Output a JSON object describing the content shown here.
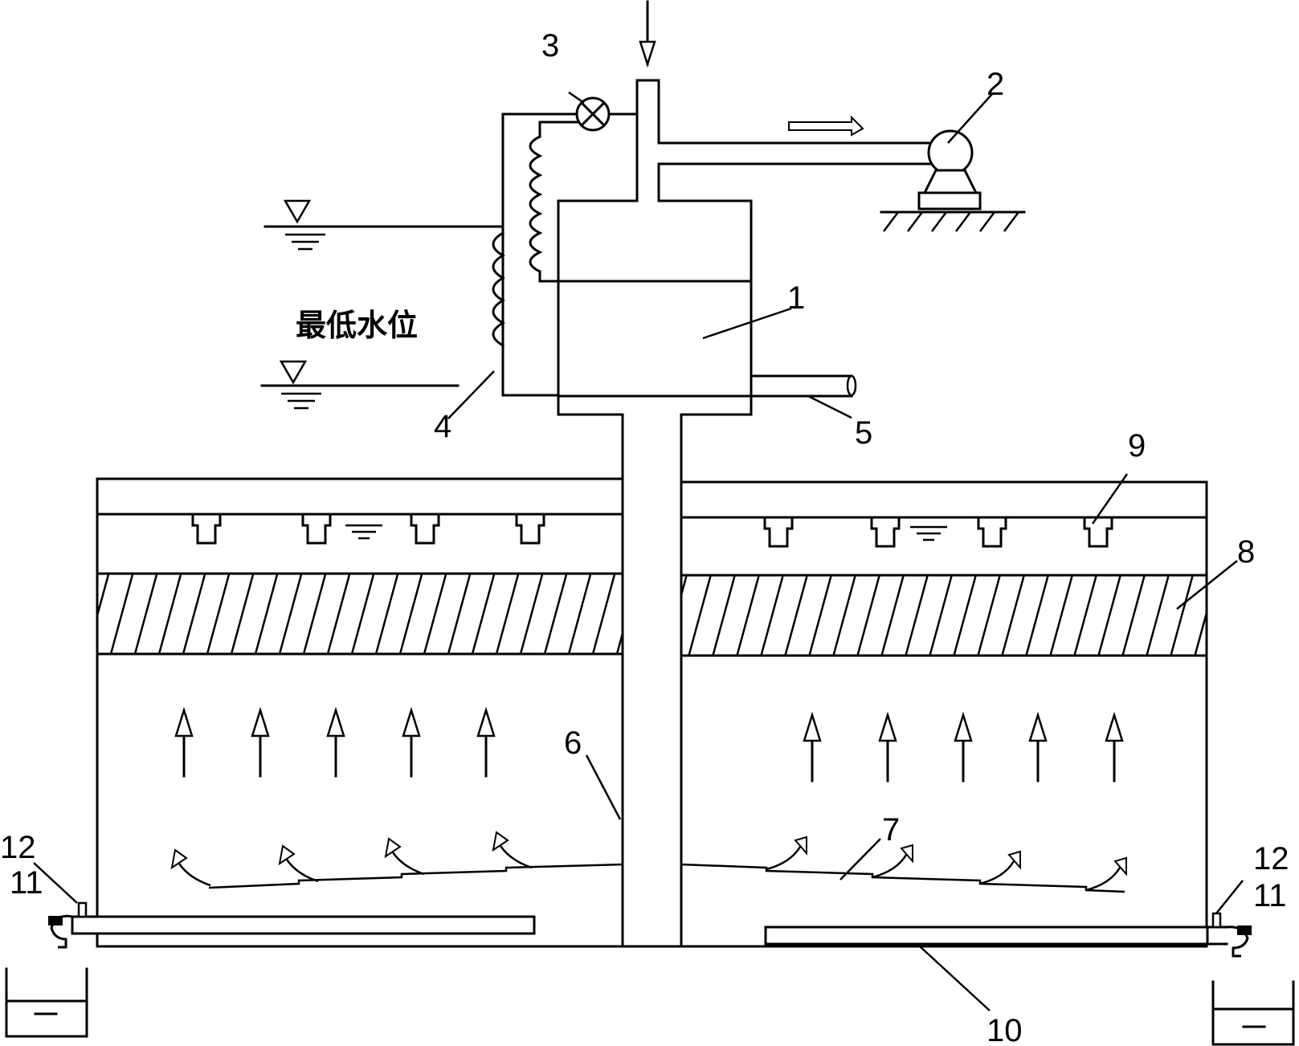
{
  "labels": {
    "l1": "1",
    "l2": "2",
    "l3": "3",
    "l4": "4",
    "l5": "5",
    "l6": "6",
    "l7": "7",
    "l8": "8",
    "l9": "9",
    "l10": "10",
    "l11_left": "11",
    "l11_right": "11",
    "l12_left": "12",
    "l12_right": "12"
  },
  "water_level_text": "最低水位"
}
